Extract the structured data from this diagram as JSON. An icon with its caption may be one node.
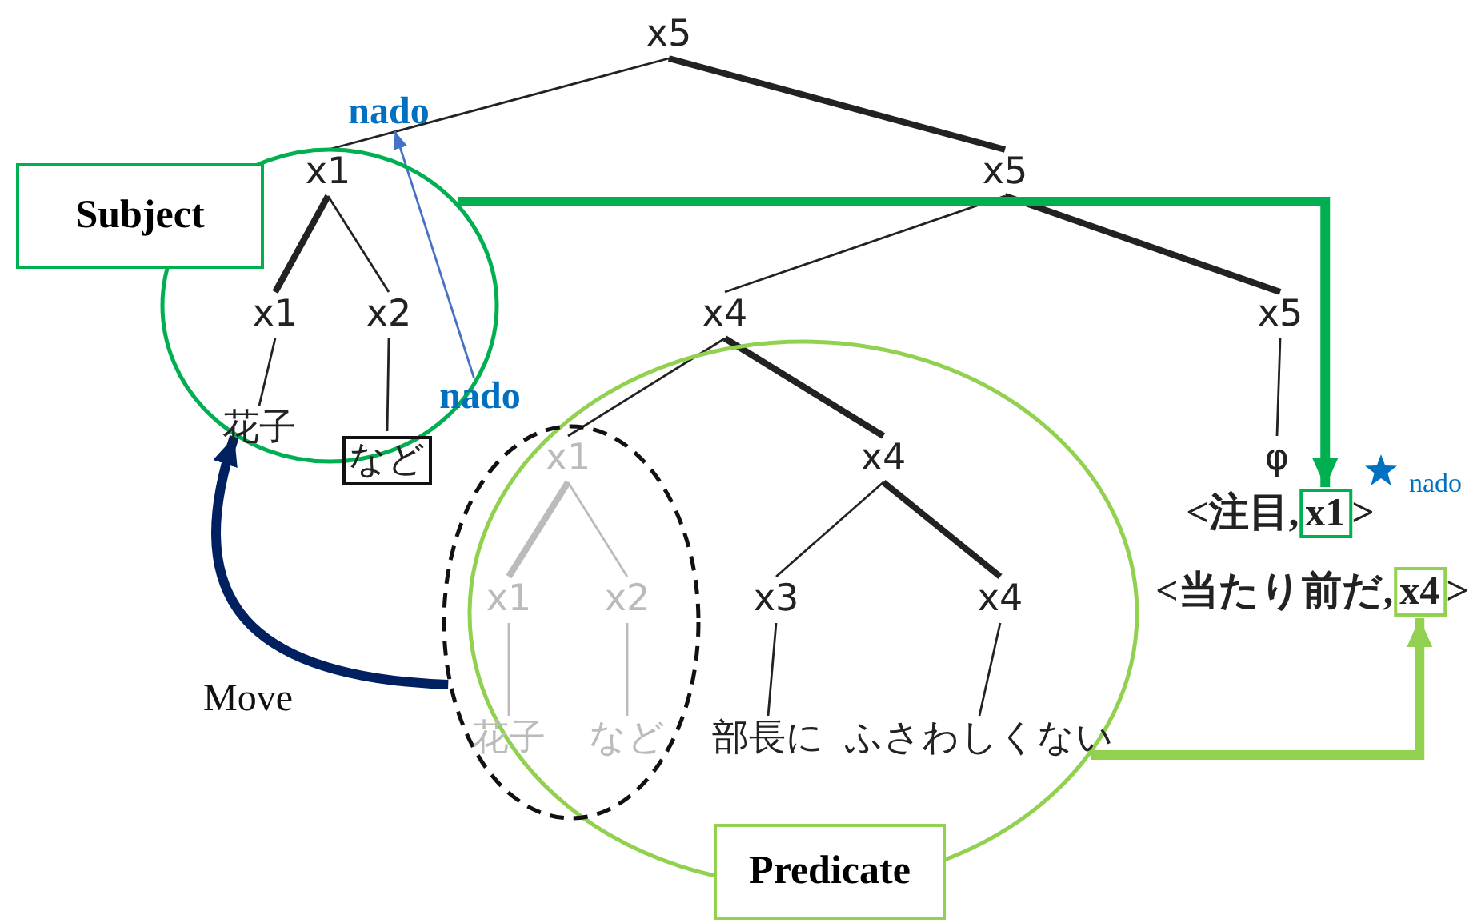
{
  "diagram": {
    "nodes": [
      {
        "text": [
          "x5"
        ]
      },
      {
        "text": [
          "nado"
        ]
      },
      {
        "text": [
          "x1"
        ],
        "in": 5
      },
      {
        "text": [
          "x5"
        ]
      },
      {
        "text": [
          "Subject"
        ]
      },
      {
        "text": [],
        "shape": "circle"
      },
      {
        "text": [
          "x1"
        ],
        "in": 5
      },
      {
        "text": [
          "x2"
        ],
        "in": 5
      },
      {
        "text": [
          "x4"
        ]
      },
      {
        "text": [
          "x5"
        ]
      },
      {
        "text": [],
        "shape": "circle"
      },
      {
        "text": [
          "nado"
        ]
      },
      {
        "text": [
          "花子"
        ],
        "in": 5
      },
      {
        "text": [
          "など"
        ]
      },
      {
        "text": [],
        "shape": "circle"
      },
      {
        "text": [
          "x1"
        ],
        "in": 14
      },
      {
        "text": [
          "x4"
        ],
        "in": 10
      },
      {
        "text": [
          "φ"
        ]
      },
      {
        "text": [
          "x1"
        ],
        "beside": [
          "<注目,",
          ">"
        ]
      },
      {
        "text": [
          "x1"
        ],
        "in": 14
      },
      {
        "text": [
          "x2"
        ],
        "in": 14
      },
      {
        "text": [
          "x3"
        ],
        "in": 10
      },
      {
        "text": [
          "x4"
        ],
        "in": 10
      },
      {
        "text": [
          "x4"
        ],
        "beside": [
          "<当たり前だ,",
          ">"
        ]
      },
      {
        "text": [
          "花子"
        ],
        "in": 14
      },
      {
        "text": [
          "など"
        ],
        "in": 14
      },
      {
        "text": [
          "部長に"
        ],
        "in": 10
      },
      {
        "text": [
          "ふさわしくない"
        ],
        "in": 10
      },
      {
        "text": [
          "Predicate"
        ]
      }
    ],
    "edges": [
      {
        "from": 0,
        "to": 2,
        "arrow": "none"
      },
      {
        "from": 0,
        "to": 3,
        "arrow": "none",
        "style": "thick"
      },
      {
        "from": 2,
        "to": 6,
        "arrow": "none",
        "style": "thick"
      },
      {
        "from": 2,
        "to": 7,
        "arrow": "none"
      },
      {
        "from": 3,
        "to": 8,
        "arrow": "none"
      },
      {
        "from": 3,
        "to": 9,
        "arrow": "none",
        "style": "thick"
      },
      {
        "from": 6,
        "to": 12,
        "arrow": "none"
      },
      {
        "from": 7,
        "to": 13,
        "arrow": "none"
      },
      {
        "from": 8,
        "to": 15,
        "arrow": "none"
      },
      {
        "from": 8,
        "to": 16,
        "arrow": "none",
        "style": "thick"
      },
      {
        "from": 9,
        "to": 17,
        "arrow": "none"
      },
      {
        "from": 15,
        "to": 19,
        "arrow": "none",
        "style": "thick",
        "color": "#bbbbbb"
      },
      {
        "from": 15,
        "to": 20,
        "arrow": "none",
        "color": "#bbbbbb"
      },
      {
        "from": 16,
        "to": 21,
        "arrow": "none"
      },
      {
        "from": 16,
        "to": 22,
        "arrow": "none",
        "style": "thick"
      },
      {
        "from": 19,
        "to": 24,
        "arrow": "none",
        "color": "#bbbbbb"
      },
      {
        "from": 20,
        "to": 25,
        "arrow": "none",
        "color": "#bbbbbb"
      },
      {
        "from": 21,
        "to": 26,
        "arrow": "none"
      },
      {
        "from": 22,
        "to": 27,
        "arrow": "none"
      },
      {
        "from": 11,
        "to": 1,
        "arrow": "to",
        "color": "#4472c4"
      },
      {
        "from": 5,
        "to": 18,
        "arrow": "to",
        "style": "thick",
        "color": "#00b050"
      },
      {
        "from": 10,
        "to": 23,
        "arrow": "to",
        "style": "thick",
        "color": "#92d050"
      },
      {
        "from": 14,
        "to": 5,
        "arrow": "to",
        "style": "thick",
        "color": "#002060"
      }
    ],
    "labels": [
      "Move",
      "nado"
    ]
  }
}
